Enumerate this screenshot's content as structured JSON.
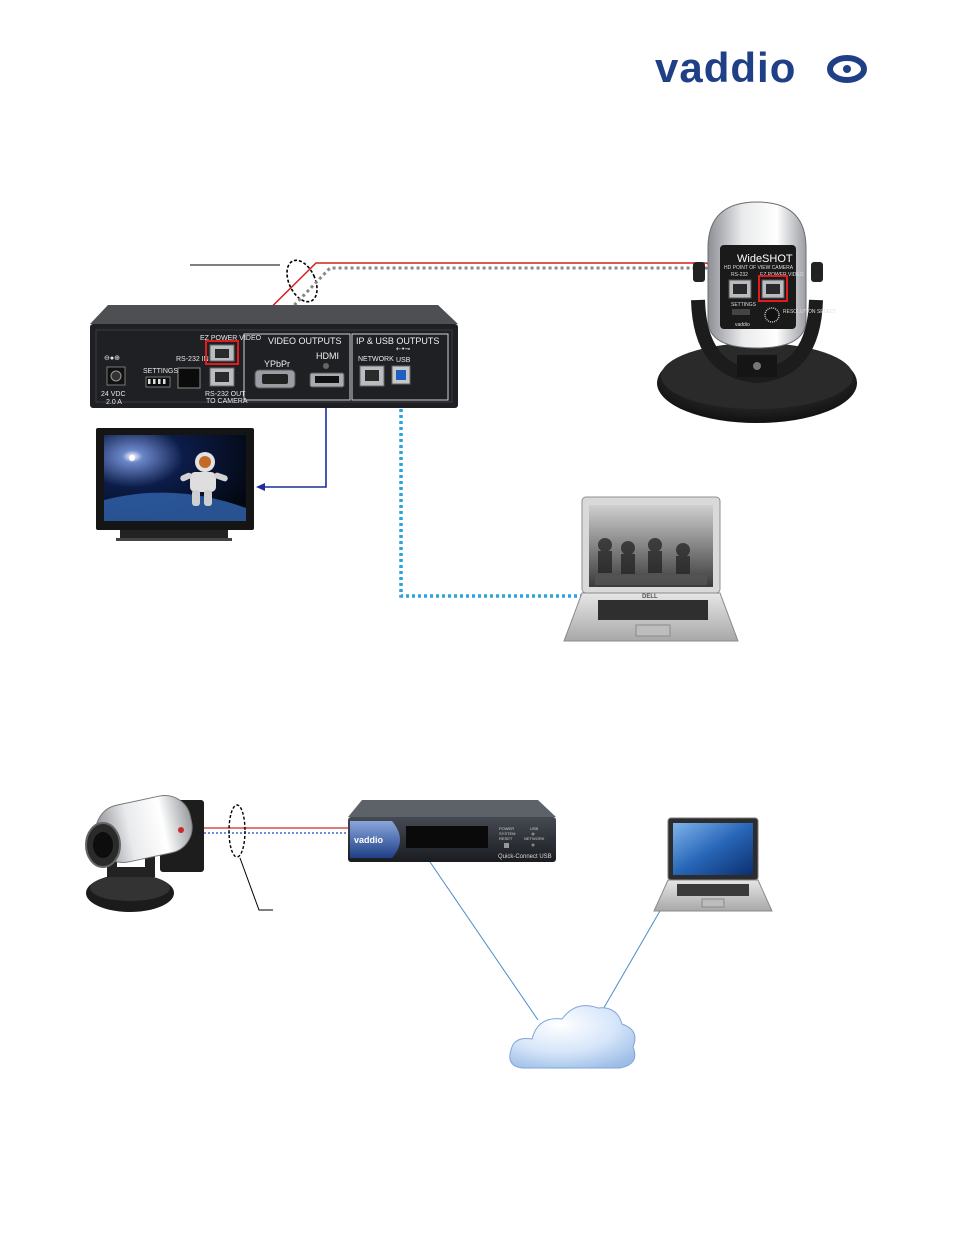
{
  "brand": {
    "logo_text": "vaddio",
    "accent": "#1f3f86"
  },
  "top_diagram": {
    "interface": {
      "labels": {
        "power": "24 VDC",
        "power_current": "2.0 A",
        "settings": "SETTINGS",
        "rs232_in": "RS-232 IN",
        "ez_power_video": "EZ POWER VIDEO",
        "rs232_out": "RS-232 OUT",
        "rs232_out_sub": "TO CAMERA",
        "video_outputs": "VIDEO OUTPUTS",
        "ypbpr": "YPbPr",
        "hdmi": "HDMI",
        "ip_usb_outputs": "IP & USB OUTPUTS",
        "network": "NETWORK",
        "usb": "USB"
      }
    },
    "camera": {
      "name": "WideSHOT",
      "subtitle": "HD POINT OF VIEW CAMERA",
      "rs232": "RS-232",
      "ez_power_video": "EZ POWER VIDEO",
      "settings": "SETTINGS",
      "resolution_select": "RESOLUTION SELECT",
      "brand": "vaddio"
    },
    "laptop_brand": "DELL",
    "colors": {
      "ez_cable": "#d42020",
      "cat5": "#888888",
      "hdmi": "#1c2f9a",
      "usb": "#2aa4e0"
    }
  },
  "bottom_diagram": {
    "interface": {
      "brand": "vaddio",
      "power": "POWER",
      "system": "SYSTEM",
      "reset": "RESET",
      "usb": "USB",
      "network": "NETWORK",
      "model": "Quick-Connect USB"
    },
    "colors": {
      "cable_red": "#cc2a2a",
      "cable_blue": "#5a7fd0",
      "network_line": "#4b8cc8"
    }
  }
}
